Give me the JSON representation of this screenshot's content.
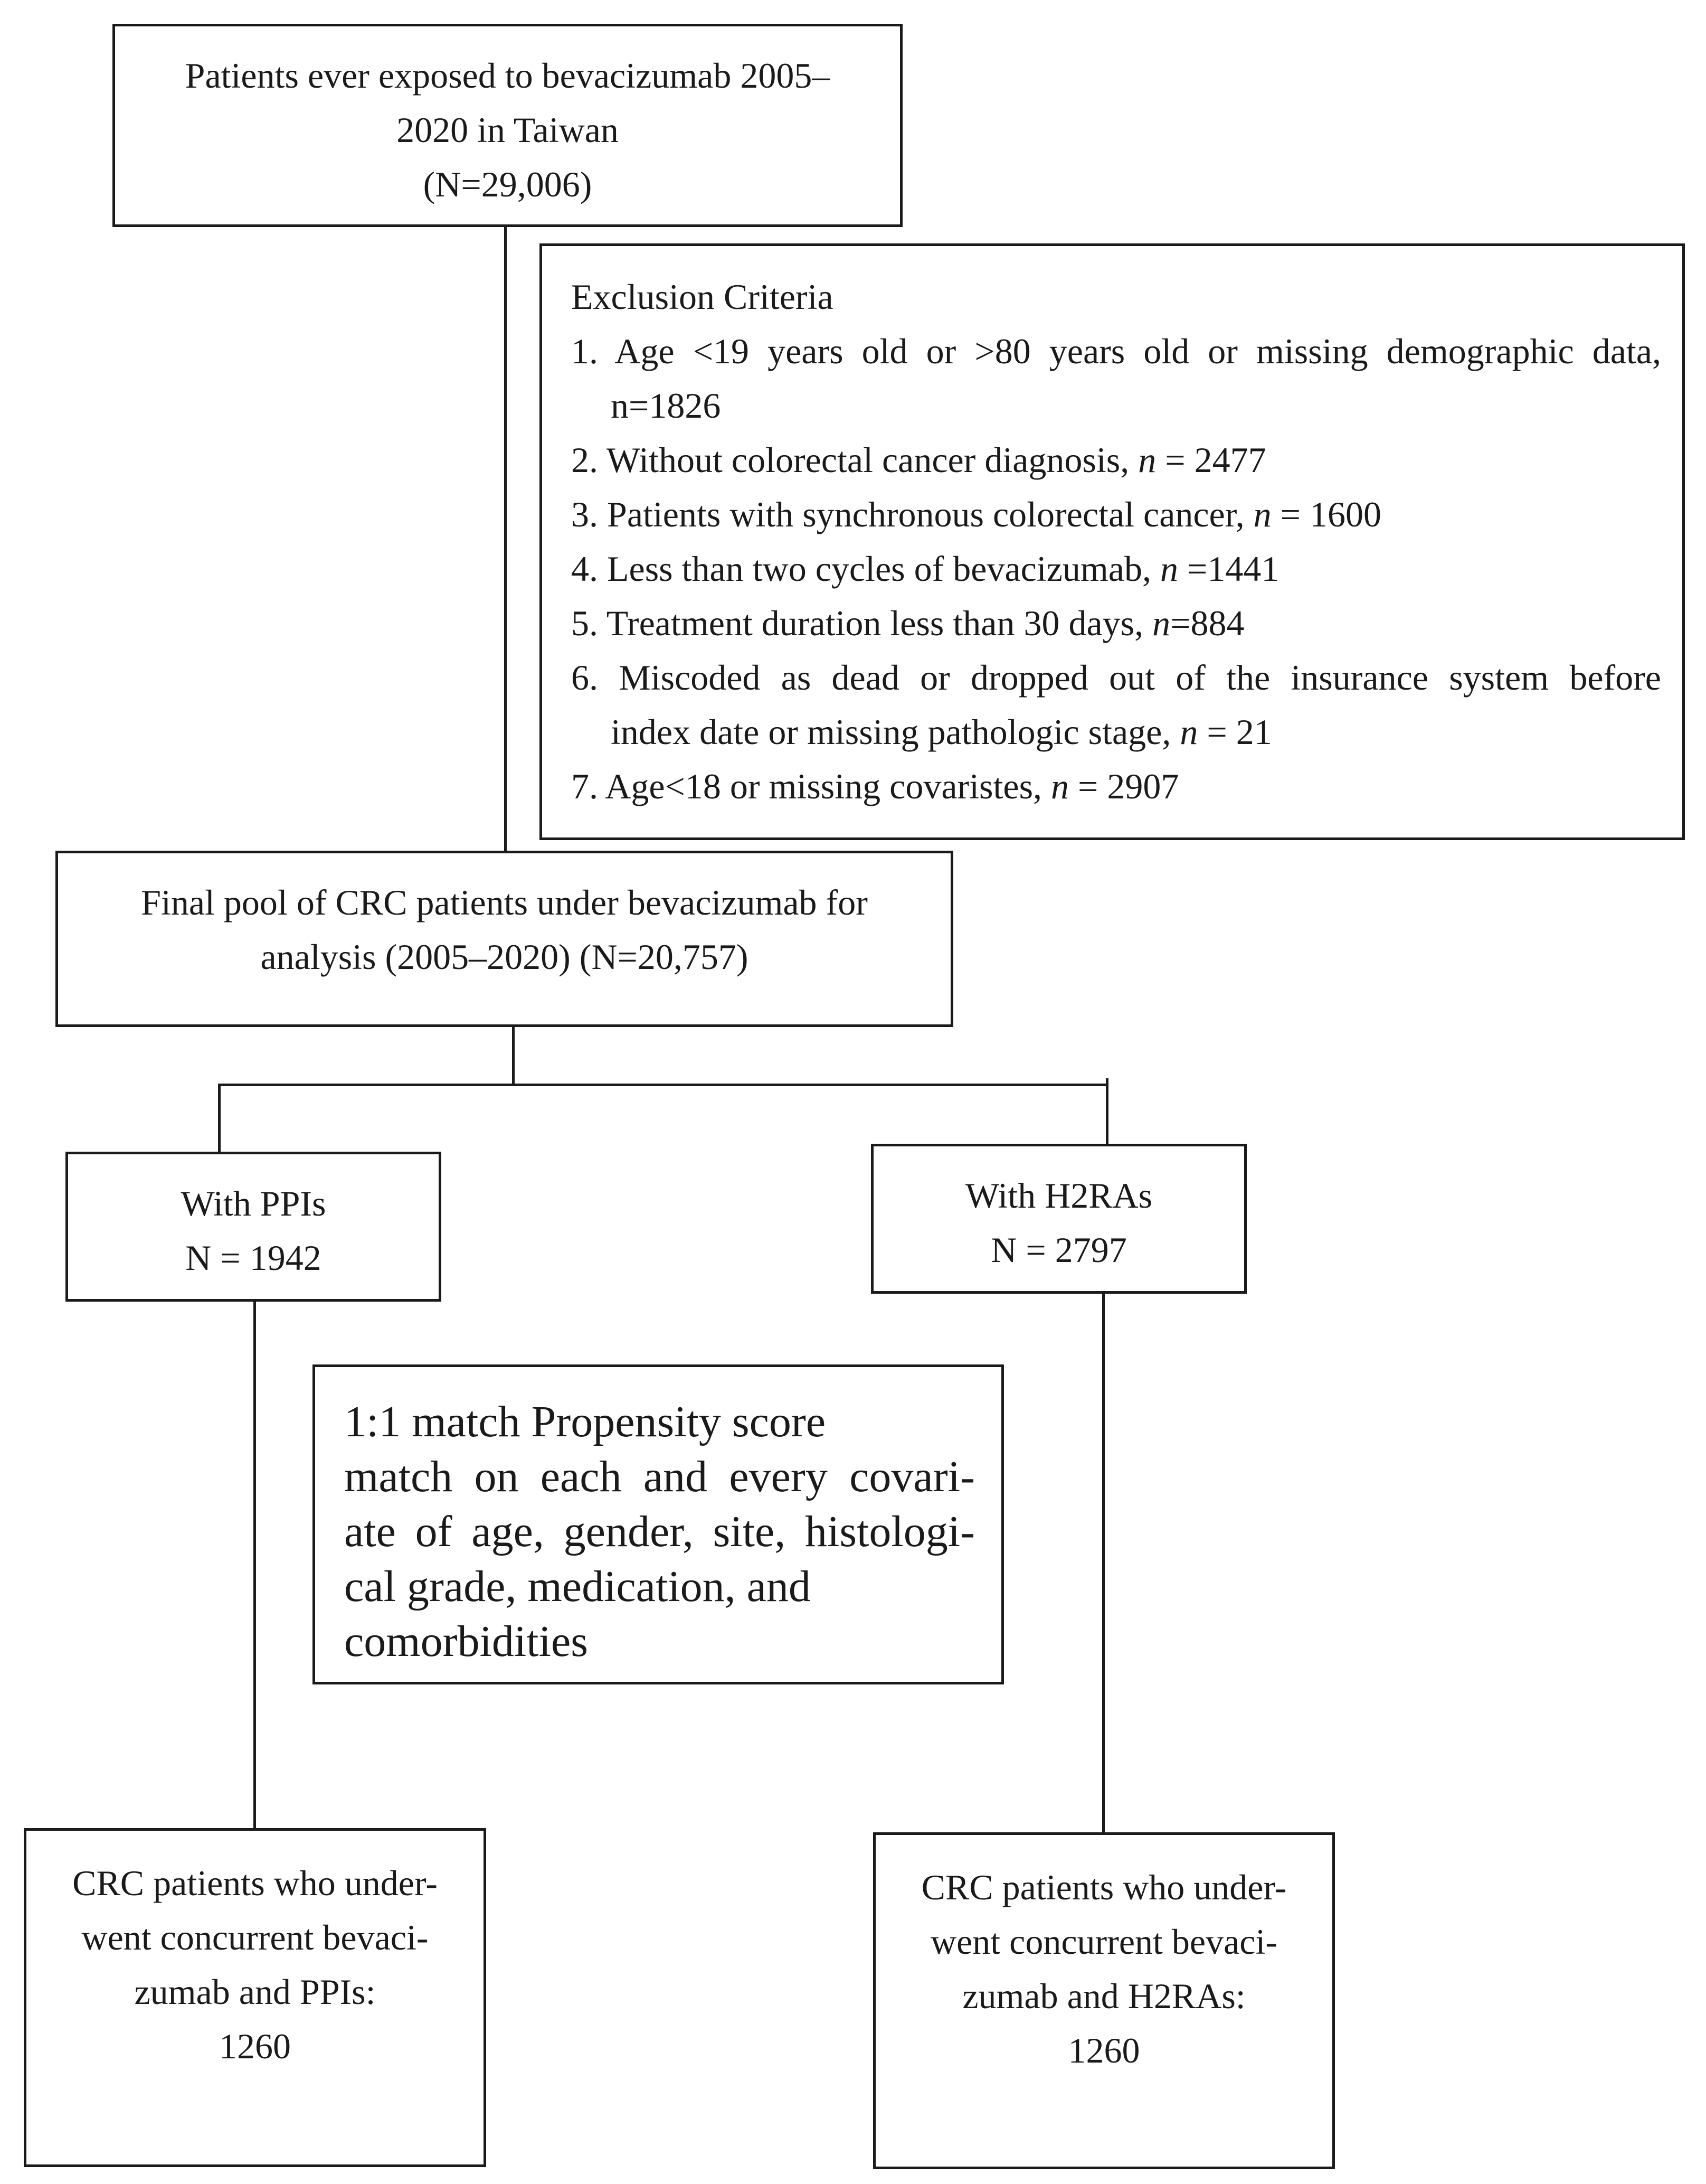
{
  "top_box": {
    "line1": "Patients ever exposed to bevacizumab 2005–",
    "line2": "2020 in Taiwan",
    "line3": "(N=29,006)"
  },
  "exclusion": {
    "title": "Exclusion Criteria",
    "items": [
      {
        "lines": [
          "1. Age <19 years old or >80 years old or missing demographic data,",
          "n=1826"
        ]
      },
      {
        "prefix": "2. Without colorectal cancer diagnosis, ",
        "n_label": "n",
        "suffix": " = 2477"
      },
      {
        "prefix": "3. Patients with synchronous colorectal cancer, ",
        "n_label": "n",
        "suffix": " = 1600"
      },
      {
        "prefix": "4. Less than two cycles of bevacizumab, ",
        "n_label": "n",
        "suffix": " =1441"
      },
      {
        "prefix": "5. Treatment duration less than 30 days, ",
        "n_label": "n",
        "suffix": "=884"
      },
      {
        "line1": "6. Miscoded as dead or dropped out of the insurance system before",
        "prefix": "index date or missing pathologic stage, ",
        "n_label": "n",
        "suffix": " = 21"
      },
      {
        "prefix": "7. Age<18 or missing covaristes, ",
        "n_label": "n",
        "suffix": " = 2907"
      }
    ]
  },
  "pool_box": {
    "line1": "Final pool of CRC patients under bevacizumab for",
    "line2": "analysis (2005–2020) (N=20,757)"
  },
  "ppi_box": {
    "line1": "With PPIs",
    "line2": "N = 1942"
  },
  "h2ra_box": {
    "line1": "With H2RAs",
    "line2": "N = 2797"
  },
  "match_box": {
    "lines": [
      "1:1 match Propensity score",
      "match on each and every covari-",
      "ate of age, gender, site, histologi-",
      "cal grade, medication, and",
      "comorbidities"
    ]
  },
  "result_ppi": {
    "lines": [
      "CRC patients who under-",
      "went concurrent bevaci-",
      "zumab and PPIs:",
      "1260"
    ]
  },
  "result_h2ra": {
    "lines": [
      "CRC patients who under-",
      "went concurrent bevaci-",
      "zumab and H2RAs:",
      "1260"
    ]
  }
}
